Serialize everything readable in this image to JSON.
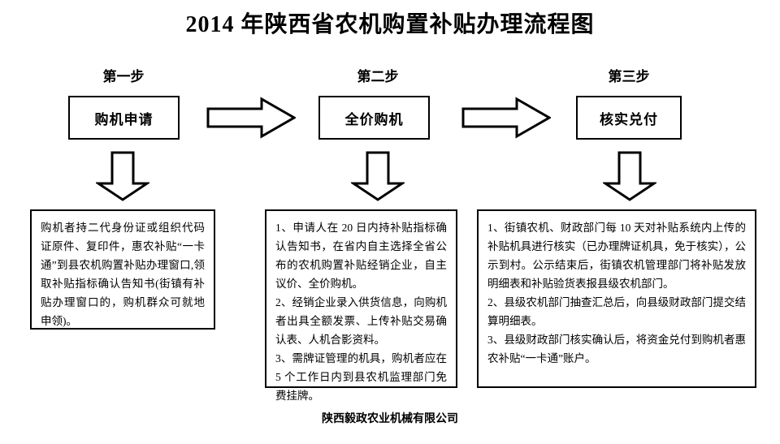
{
  "document": {
    "title": "2014 年陕西省农机购置补贴办理流程图",
    "footer": "陕西毅政农业机械有限公司"
  },
  "steps": [
    {
      "caption": "第一步",
      "box_label": "购机申请",
      "detail_lines": [
        "购机者持二代身份证或组织代码证原件、复印件，惠农补贴“一卡通”到县农机购置补贴办理窗口,领取补贴指标确认告知书(街镇有补贴办理窗口的，购机群众可就地申领)。"
      ]
    },
    {
      "caption": "第二步",
      "box_label": "全价购机",
      "detail_lines": [
        "1、申请人在 20 日内持补贴指标确认告知书，在省内自主选择全省公布的农机购置补贴经销企业，自主议价、全价购机。",
        "2、经销企业录入供货信息，向购机者出具全额发票、上传补贴交易确认表、人机合影资料。",
        "3、需牌证管理的机具，购机者应在 5 个工作日内到县农机监理部门免费挂牌。"
      ]
    },
    {
      "caption": "第三步",
      "box_label": "核实兑付",
      "detail_lines": [
        "1、街镇农机、财政部门每 10 天对补贴系统内上传的补贴机具进行核实（已办理牌证机具，免于核实），公示到村。公示结束后，街镇农机管理部门将补贴发放明细表和补贴验货表报县级农机部门。",
        "2、县级农机部门抽查汇总后，向县级财政部门提交结算明细表。",
        "3、县级财政部门核实确认后，将资金兑付到购机者惠农补贴“一卡通”账户。"
      ]
    }
  ],
  "colors": {
    "ink": "#000000",
    "paper": "#ffffff"
  }
}
